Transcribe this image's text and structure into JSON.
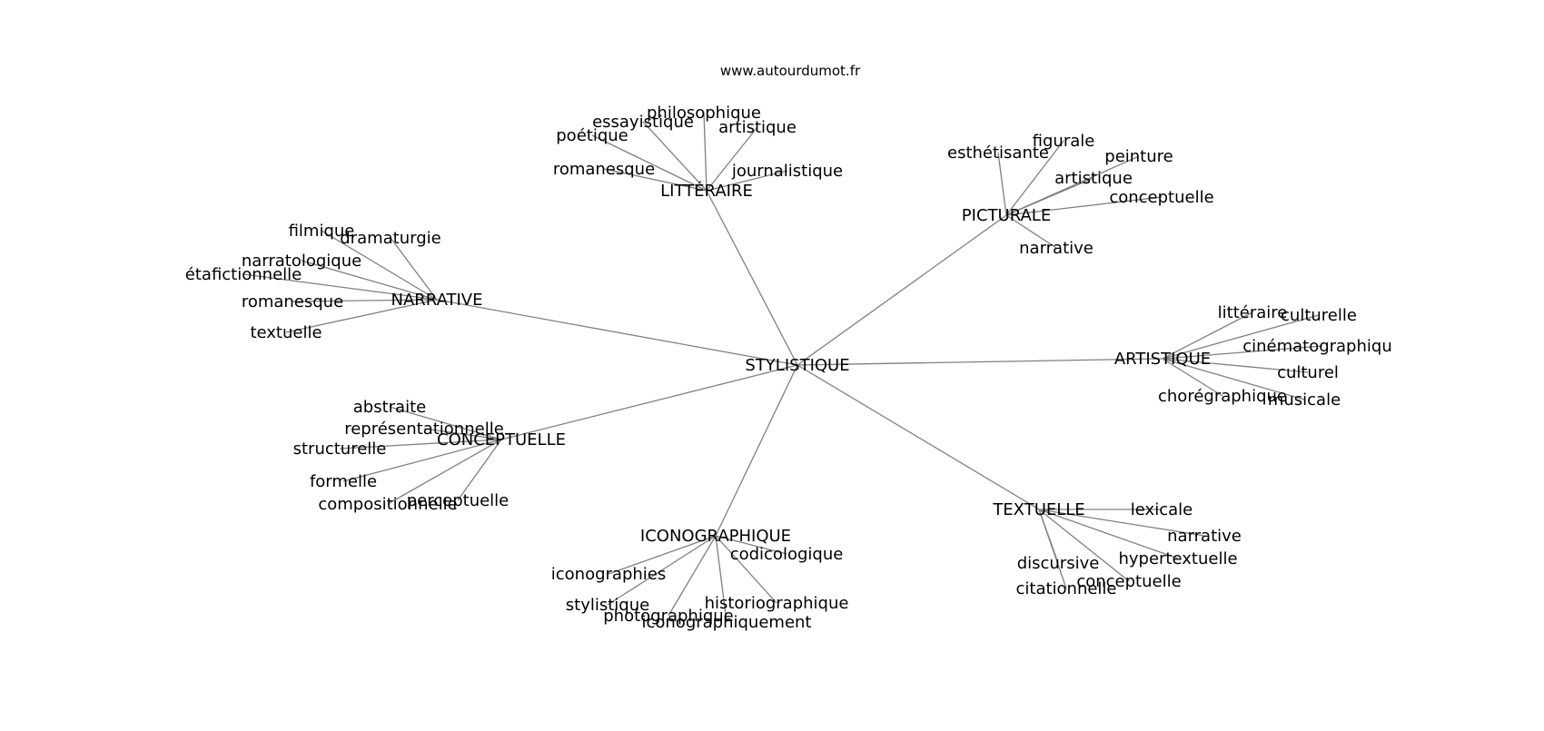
{
  "site": "www.autourdumot.fr",
  "center": "STYLISTIQUE",
  "edge_color": "#808080",
  "branches": [
    {
      "name": "LITTÉRAIRE",
      "leaves": [
        "philosophique",
        "essayistique",
        "artistique",
        "poétique",
        "romanesque",
        "journalistique"
      ]
    },
    {
      "name": "PICTURALE",
      "leaves": [
        "figurale",
        "esthétisante",
        "peinture",
        "artistique",
        "conceptuelle",
        "narrative"
      ]
    },
    {
      "name": "NARRATIVE",
      "leaves": [
        "filmique",
        "dramaturgie",
        "narratologique",
        "étafictionnelle",
        "romanesque",
        "textuelle"
      ]
    },
    {
      "name": "ARTISTIQUE",
      "leaves": [
        "littéraire",
        "culturelle",
        "cinématographique",
        "culturel",
        "chorégraphique",
        "musicale"
      ]
    },
    {
      "name": "CONCEPTUELLE",
      "leaves": [
        "abstraite",
        "représentationnelle",
        "structurelle",
        "formelle",
        "compositionnelle",
        "perceptuelle"
      ]
    },
    {
      "name": "TEXTUELLE",
      "leaves": [
        "lexicale",
        "narrative",
        "hypertextuelle",
        "discursive",
        "conceptuelle",
        "citationnelle"
      ]
    },
    {
      "name": "ICONOGRAPHIQUE",
      "leaves": [
        "codicologique",
        "iconographies",
        "stylistique",
        "historiographique",
        "photographique",
        "iconographiquement"
      ]
    }
  ]
}
